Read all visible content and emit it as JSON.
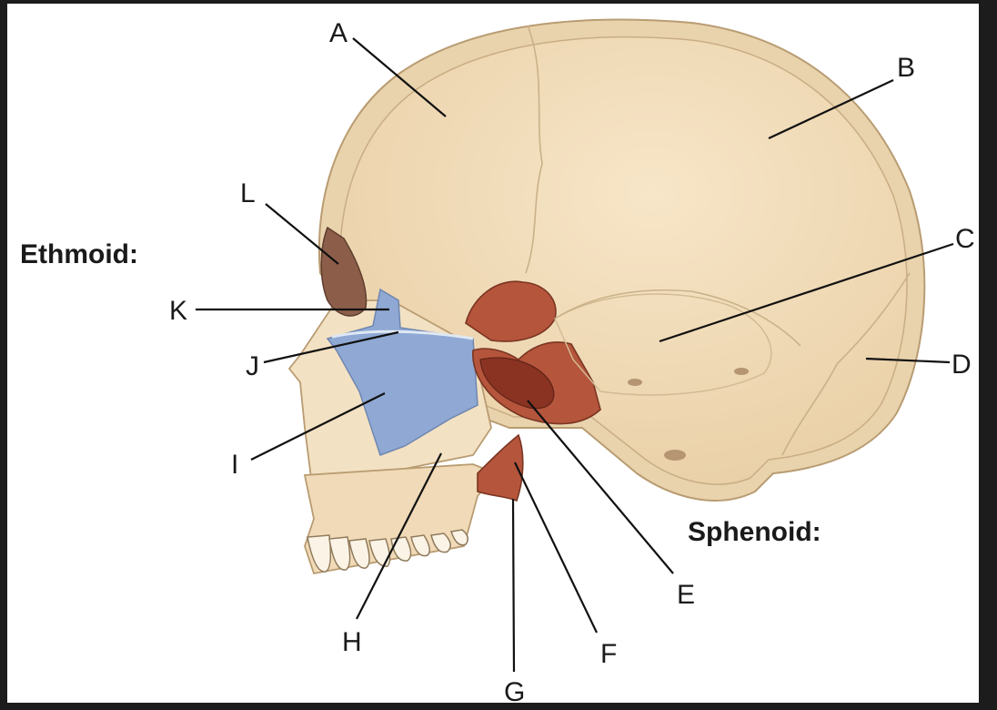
{
  "sections": {
    "ethmoid": "Ethmoid:",
    "sphenoid": "Sphenoid:"
  },
  "labels": {
    "A": "A",
    "B": "B",
    "C": "C",
    "D": "D",
    "E": "E",
    "F": "F",
    "G": "G",
    "H": "H",
    "I": "I",
    "J": "J",
    "K": "K",
    "L": "L"
  },
  "colors": {
    "bone": "#f1dcbc",
    "bone_edge": "#cdb28a",
    "ethmoid_highlight": "#8fa9d4",
    "sphenoid_highlight": "#b5553c",
    "nasal_bone": "#8c5e4a"
  }
}
